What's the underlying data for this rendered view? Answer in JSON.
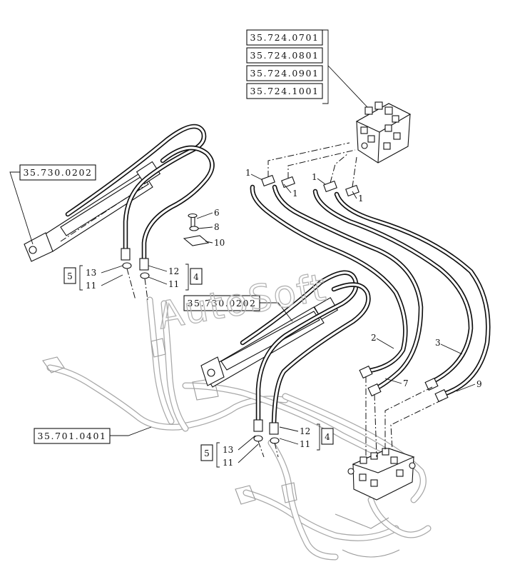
{
  "references": {
    "valve_refs": [
      "35.724.0701",
      "35.724.0801",
      "35.724.0901",
      "35.724.1001"
    ],
    "cylinder_ref_upper": "35.730.0202",
    "cylinder_ref_lower": "35.730.0202",
    "lines_ref": "35.701.0401"
  },
  "callouts": {
    "adapter_1a": "1",
    "adapter_1b": "1",
    "adapter_1c": "1",
    "adapter_1d": "1",
    "screw_6": "6",
    "washer_8": "8",
    "plate_10": "10",
    "hose_2": "2",
    "hose_7": "7",
    "hose_3": "3",
    "hose_9": "9"
  },
  "kits": {
    "upper": {
      "box": "5",
      "a": "13",
      "b": "11",
      "c": "12",
      "d": "11",
      "box2": "4"
    },
    "lower": {
      "box": "5",
      "a": "13",
      "b": "11",
      "c": "12",
      "d": "11",
      "box2": "4"
    }
  },
  "watermark": "AutoSoft"
}
